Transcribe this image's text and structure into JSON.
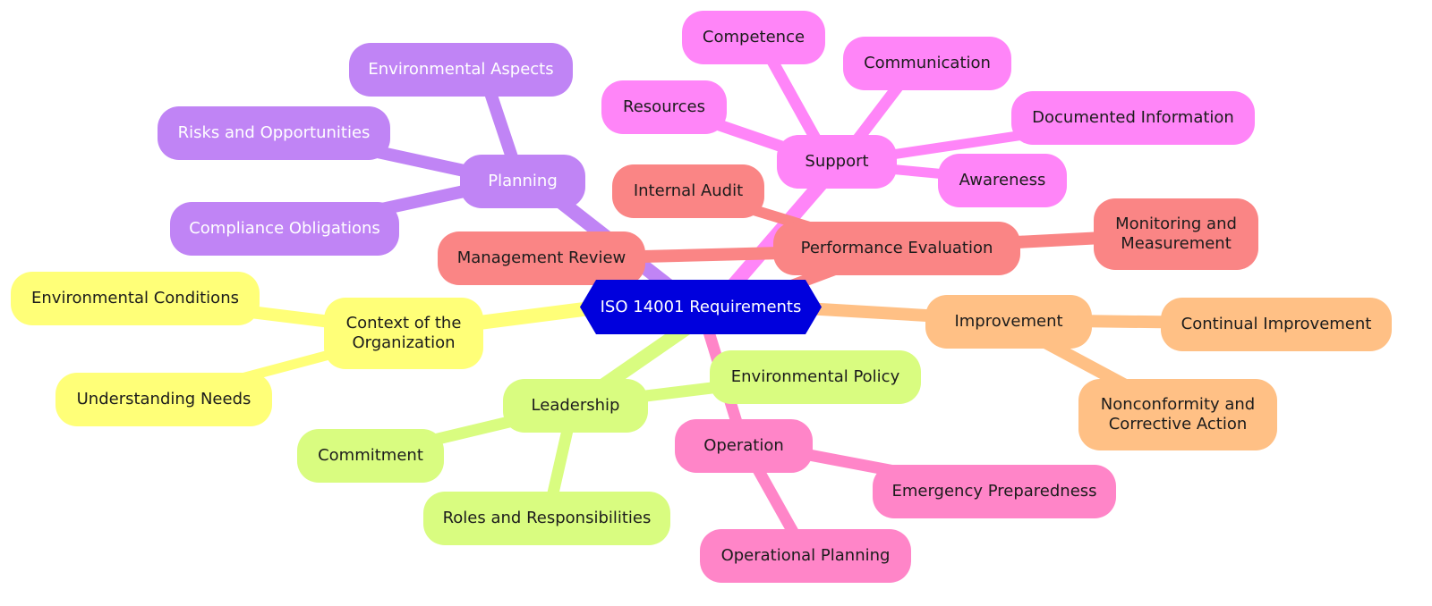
{
  "title": "ISO 14001 Requirements",
  "root": {
    "label": "ISO 14001 Requirements",
    "color": "#0000dd",
    "text_color": "#ffffff"
  },
  "branches": {
    "planning": {
      "label": "Planning",
      "color": "#c084f5",
      "text_color": "#ffffff",
      "children": [
        "Environmental Aspects",
        "Risks and Opportunities",
        "Compliance Obligations"
      ]
    },
    "support": {
      "label": "Support",
      "color": "#ff85f8",
      "text_color": "#1c1c1c",
      "children": [
        "Competence",
        "Communication",
        "Resources",
        "Documented Information",
        "Awareness"
      ]
    },
    "performance": {
      "label": "Performance Evaluation",
      "color": "#fa8585",
      "text_color": "#1c1c1c",
      "children": [
        "Internal Audit",
        "Management Review",
        "Monitoring and Measurement"
      ]
    },
    "context": {
      "label": "Context of the Organization",
      "color": "#ffff78",
      "text_color": "#1c1c1c",
      "children": [
        "Environmental Conditions",
        "Understanding Needs"
      ]
    },
    "improvement": {
      "label": "Improvement",
      "color": "#ffc085",
      "text_color": "#1c1c1c",
      "children": [
        "Continual Improvement",
        "Nonconformity and Corrective Action"
      ]
    },
    "leadership": {
      "label": "Leadership",
      "color": "#d9fc80",
      "text_color": "#1c1c1c",
      "children": [
        "Environmental Policy",
        "Commitment",
        "Roles and Responsibilities"
      ]
    },
    "operation": {
      "label": "Operation",
      "color": "#ff85c8",
      "text_color": "#1c1c1c",
      "children": [
        "Emergency Preparedness",
        "Operational Planning"
      ]
    }
  }
}
